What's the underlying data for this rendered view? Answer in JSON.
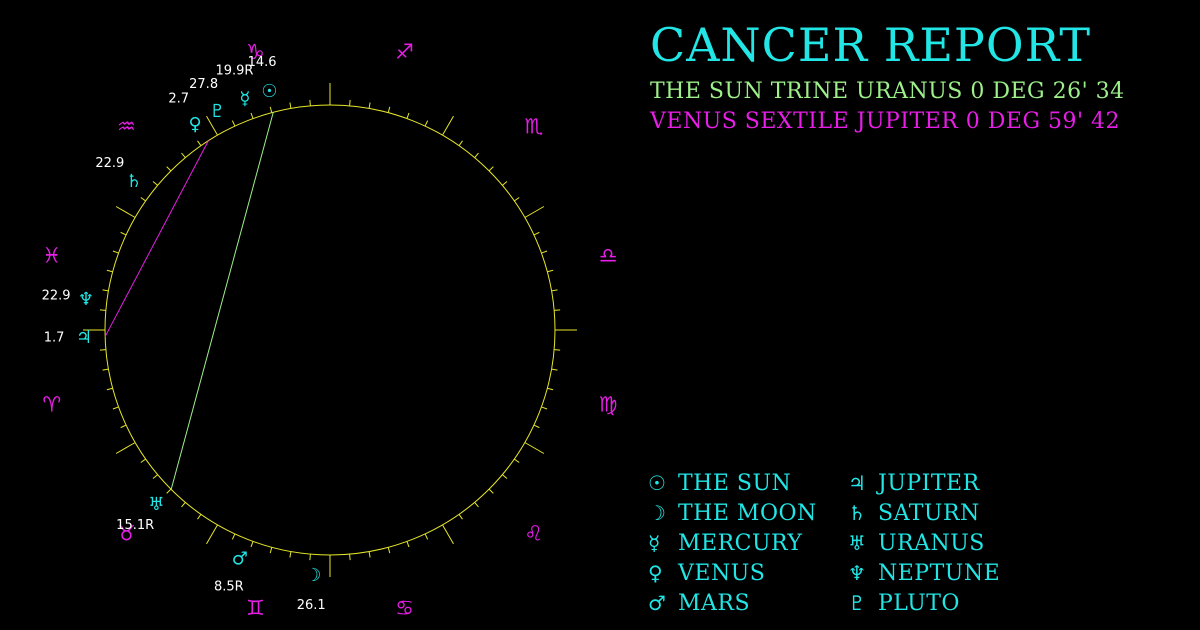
{
  "report": {
    "title": "CANCER REPORT",
    "aspects": [
      {
        "text": "THE SUN TRINE URANUS 0 DEG 26' 34"
      },
      {
        "text": "VENUS SEXTILE JUPITER 0 DEG 59' 42"
      }
    ]
  },
  "colors": {
    "title": "#22e6e6",
    "aspect_trine": "#9ef08a",
    "aspect_sextile": "#e61ee6",
    "wheel": "#e6e62a",
    "planet": "#22e6e6",
    "sign": "#e61ee6",
    "degree_text": "#ffffff"
  },
  "chart_data": {
    "type": "astrological-wheel",
    "signs": [
      {
        "name": "aries",
        "glyph": "♈",
        "icon": "aries-icon"
      },
      {
        "name": "taurus",
        "glyph": "♉",
        "icon": "taurus-icon"
      },
      {
        "name": "gemini",
        "glyph": "♊",
        "icon": "gemini-icon"
      },
      {
        "name": "cancer",
        "glyph": "♋",
        "icon": "cancer-icon"
      },
      {
        "name": "leo",
        "glyph": "♌",
        "icon": "leo-icon"
      },
      {
        "name": "virgo",
        "glyph": "♍",
        "icon": "virgo-icon"
      },
      {
        "name": "libra",
        "glyph": "♎",
        "icon": "libra-icon"
      },
      {
        "name": "scorpio",
        "glyph": "♏",
        "icon": "scorpio-icon"
      },
      {
        "name": "sagittarius",
        "glyph": "♐",
        "icon": "sagittarius-icon"
      },
      {
        "name": "capricorn",
        "glyph": "♑",
        "icon": "capricorn-icon"
      },
      {
        "name": "aquarius",
        "glyph": "♒",
        "icon": "aquarius-icon"
      },
      {
        "name": "pisces",
        "glyph": "♓",
        "icon": "pisces-icon"
      }
    ],
    "planets": [
      {
        "name": "sun",
        "glyph": "☉",
        "sign_index": 9,
        "degree": 14.6,
        "label": "14.6"
      },
      {
        "name": "moon",
        "glyph": "☽",
        "sign_index": 2,
        "degree": 26.1,
        "label": "26.1"
      },
      {
        "name": "mercury",
        "glyph": "☿",
        "sign_index": 9,
        "degree": 19.9,
        "label": "19.9R"
      },
      {
        "name": "venus",
        "glyph": "♀",
        "sign_index": 10,
        "degree": 2.7,
        "label": "2.7"
      },
      {
        "name": "mars",
        "glyph": "♂",
        "sign_index": 2,
        "degree": 8.5,
        "label": "8.5R"
      },
      {
        "name": "jupiter",
        "glyph": "♃",
        "sign_index": 0,
        "degree": 1.7,
        "label": "1.7"
      },
      {
        "name": "saturn",
        "glyph": "♄",
        "sign_index": 10,
        "degree": 22.9,
        "label": "22.9"
      },
      {
        "name": "uranus",
        "glyph": "♅",
        "sign_index": 1,
        "degree": 15.1,
        "label": "15.1R"
      },
      {
        "name": "neptune",
        "glyph": "♆",
        "sign_index": 11,
        "degree": 22.9,
        "label": "22.9"
      },
      {
        "name": "pluto",
        "glyph": "♇",
        "sign_index": 9,
        "degree": 27.8,
        "label": "27.8"
      }
    ],
    "aspect_lines": [
      {
        "from": "sun",
        "to": "uranus",
        "aspect": "trine"
      },
      {
        "from": "venus",
        "to": "jupiter",
        "aspect": "sextile"
      }
    ]
  },
  "legend": {
    "column1": [
      {
        "glyph": "☉",
        "label": "THE SUN",
        "icon": "sun-icon"
      },
      {
        "glyph": "☽",
        "label": "THE MOON",
        "icon": "moon-icon"
      },
      {
        "glyph": "☿",
        "label": "MERCURY",
        "icon": "mercury-icon"
      },
      {
        "glyph": "♀",
        "label": "VENUS",
        "icon": "venus-icon"
      },
      {
        "glyph": "♂",
        "label": "MARS",
        "icon": "mars-icon"
      }
    ],
    "column2": [
      {
        "glyph": "♃",
        "label": "JUPITER",
        "icon": "jupiter-icon"
      },
      {
        "glyph": "♄",
        "label": "SATURN",
        "icon": "saturn-icon"
      },
      {
        "glyph": "♅",
        "label": "URANUS",
        "icon": "uranus-icon"
      },
      {
        "glyph": "♆",
        "label": "NEPTUNE",
        "icon": "neptune-icon"
      },
      {
        "glyph": "♇",
        "label": "PLUTO",
        "icon": "pluto-icon"
      }
    ]
  }
}
